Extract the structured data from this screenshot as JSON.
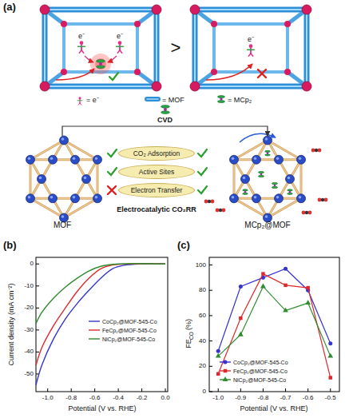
{
  "diagram": {
    "nodes": [
      {
        "text": [
          "MOF"
        ]
      },
      {
        "text": [
          "MCp₂@MOF"
        ]
      },
      {
        "text": [
          "CO₂ Adsorption"
        ]
      },
      {
        "text": [
          "Active Sites"
        ]
      },
      {
        "text": [
          "Electron Transfer"
        ]
      }
    ],
    "edges": [
      {
        "from": 0,
        "to": 1,
        "label": "CVD",
        "arrow": "to"
      }
    ],
    "labels": [
      "(a)",
      "e⁻",
      "e⁻",
      "e⁻",
      ">",
      "Electrocatalytic CO₂RR",
      "(b)",
      "0",
      "-10",
      "-20",
      "-30",
      "-40",
      "-50",
      "Current density (mA cm⁻²)",
      "-1.0",
      "-0.8",
      "-0.6",
      "-0.4",
      "-0.2",
      "0.0",
      "Potential (V vs. RHE)",
      "(c)",
      "0",
      "20",
      "40",
      "60",
      "80",
      "100",
      "FE",
      "CO",
      "(%)",
      "-1.0",
      "-0.9",
      "-0.8",
      "-0.7",
      "-0.6",
      "-0.5",
      "Potential (V vs. RHE)"
    ],
    "legend": [
      {
        "text": "= e⁻"
      },
      {
        "text": "= MOF"
      },
      {
        "text": "= MCp₂"
      },
      {
        "text": "CoCp₂@MOF-545-Co"
      },
      {
        "text": "FeCp₂@MOF-545-Co"
      },
      {
        "text": "NiCp₂@MOF-545-Co"
      },
      {
        "text": "CoCp₂@MOF-545-Co"
      },
      {
        "text": "FeCp₂@MOF-545-Co"
      },
      {
        "text": "NiCp₂@MOF-545-Co"
      }
    ]
  }
}
